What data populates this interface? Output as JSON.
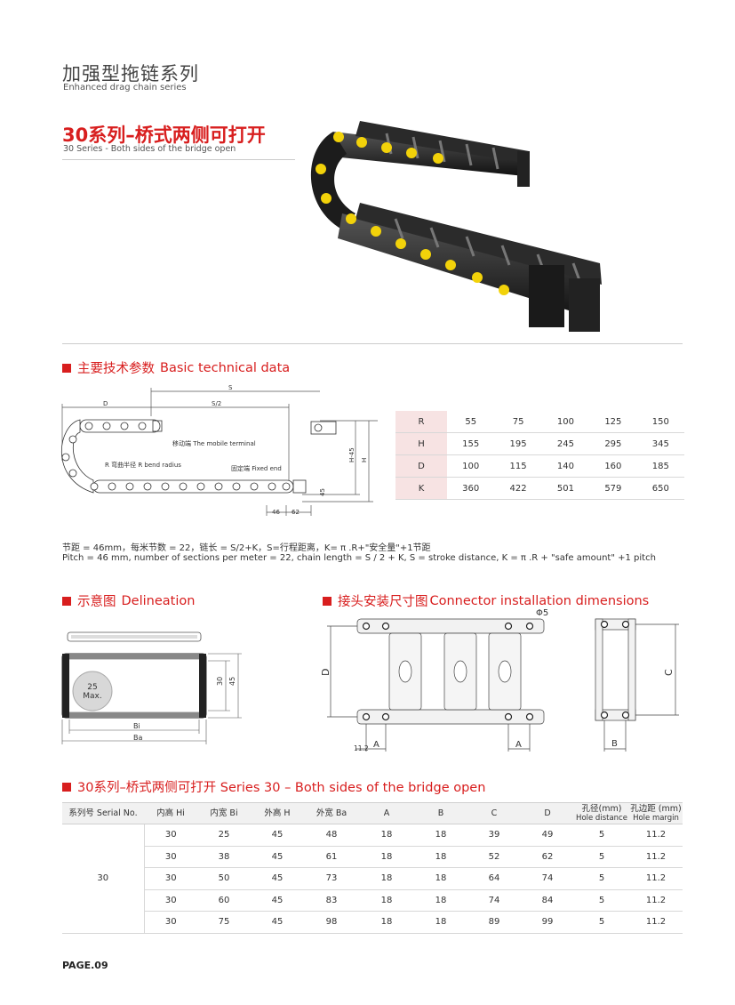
{
  "header": {
    "title_cn": "加强型拖链系列",
    "title_en": "Enhanced drag chain series"
  },
  "series": {
    "title_cn": "30系列–桥式两侧可打开",
    "subtitle_en": "30 Series - Both sides of the bridge open"
  },
  "basic": {
    "cn": "主要技术参数",
    "en": "Basic technical data",
    "diagram": {
      "label_s": "S",
      "label_d": "D",
      "label_s2": "S/2",
      "label_h": "H",
      "label_h45": "H-45",
      "label_45": "45",
      "label_46": "46",
      "label_62": "62",
      "mobile_terminal": "移动端 The mobile terminal",
      "bend_radius": "R 弯曲半径 R bend radius",
      "fixed_end": "固定端 Fixed end"
    },
    "table": [
      {
        "key": "R",
        "values": [
          "55",
          "75",
          "100",
          "125",
          "150"
        ]
      },
      {
        "key": "H",
        "values": [
          "155",
          "195",
          "245",
          "295",
          "345"
        ]
      },
      {
        "key": "D",
        "values": [
          "100",
          "115",
          "140",
          "160",
          "185"
        ]
      },
      {
        "key": "K",
        "values": [
          "360",
          "422",
          "501",
          "579",
          "650"
        ]
      }
    ],
    "note_cn": "节距 = 46mm，每米节数 = 22，链长 = S/2+K，S=行程距离，K= π .R+\"安全量\"+1节距",
    "note_en": "Pitch = 46 mm, number of sections per meter = 22, chain length = S / 2 + K, S = stroke distance, K = π .R + \"safe amount\" +1 pitch"
  },
  "delineation": {
    "cn": "示意图",
    "en": "Delineation",
    "circle_top": "25",
    "circle_bottom": "Max.",
    "label_30": "30",
    "label_45": "45",
    "label_bi": "Bi",
    "label_ba": "Ba"
  },
  "connector": {
    "cn": "接头安装尺寸图",
    "en": "Connector installation dimensions",
    "phi5": "Φ5",
    "label_d": "D",
    "label_a1": "A",
    "label_112": "11.2",
    "label_a2": "A",
    "label_c": "C",
    "label_b": "B"
  },
  "spec": {
    "section_title": "30系列–桥式两侧可打开 Series 30 – Both sides of the bridge open",
    "headers": [
      {
        "l1": "系列号 Serial No.",
        "l2": ""
      },
      {
        "l1": "内高 Hi",
        "l2": ""
      },
      {
        "l1": "内宽 Bi",
        "l2": ""
      },
      {
        "l1": "外高 H",
        "l2": ""
      },
      {
        "l1": "外宽 Ba",
        "l2": ""
      },
      {
        "l1": "A",
        "l2": ""
      },
      {
        "l1": "B",
        "l2": ""
      },
      {
        "l1": "C",
        "l2": ""
      },
      {
        "l1": "D",
        "l2": ""
      },
      {
        "l1": "孔径(mm)",
        "l2": "Hole distance"
      },
      {
        "l1": "孔边距 (mm)",
        "l2": "Hole margin"
      }
    ],
    "serial": "30",
    "rows": [
      [
        "30",
        "25",
        "45",
        "48",
        "18",
        "18",
        "39",
        "49",
        "5",
        "11.2"
      ],
      [
        "30",
        "38",
        "45",
        "61",
        "18",
        "18",
        "52",
        "62",
        "5",
        "11.2"
      ],
      [
        "30",
        "50",
        "45",
        "73",
        "18",
        "18",
        "64",
        "74",
        "5",
        "11.2"
      ],
      [
        "30",
        "60",
        "45",
        "83",
        "18",
        "18",
        "74",
        "84",
        "5",
        "11.2"
      ],
      [
        "30",
        "75",
        "45",
        "98",
        "18",
        "18",
        "89",
        "99",
        "5",
        "11.2"
      ]
    ]
  },
  "page": "PAGE.09",
  "colors": {
    "accent": "#d81e1e",
    "chain": "#1e1e1e",
    "pin": "#f2d20a"
  }
}
